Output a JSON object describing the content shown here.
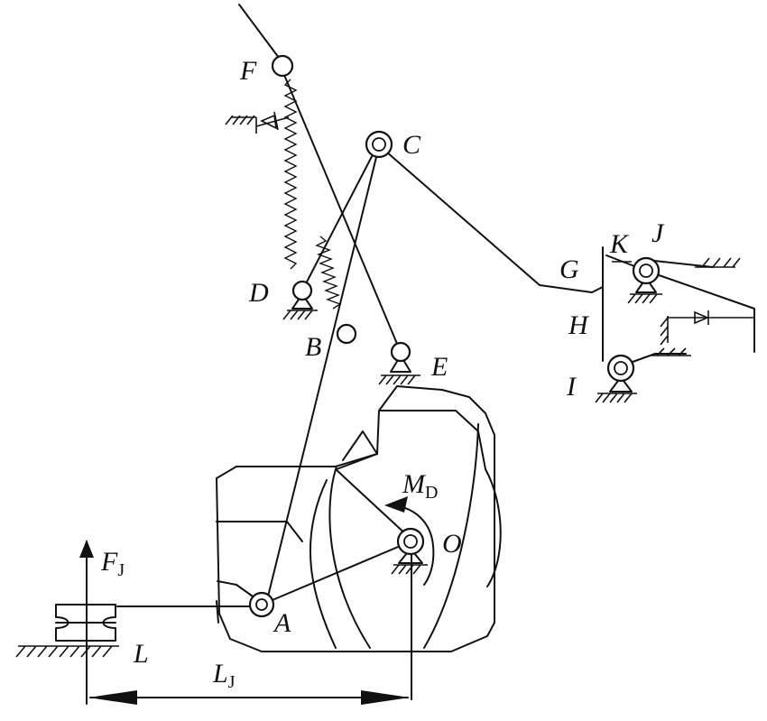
{
  "labels": {
    "F": "F",
    "C": "C",
    "D": "D",
    "B": "B",
    "E": "E",
    "G": "G",
    "K": "K",
    "J": "J",
    "H": "H",
    "I": "I",
    "A": "A",
    "O": "O",
    "L": "L",
    "moment": {
      "main": "M",
      "sub": "D"
    },
    "force": {
      "main": "F",
      "sub": "J"
    },
    "dimension": {
      "main": "L",
      "sub": "J"
    }
  }
}
